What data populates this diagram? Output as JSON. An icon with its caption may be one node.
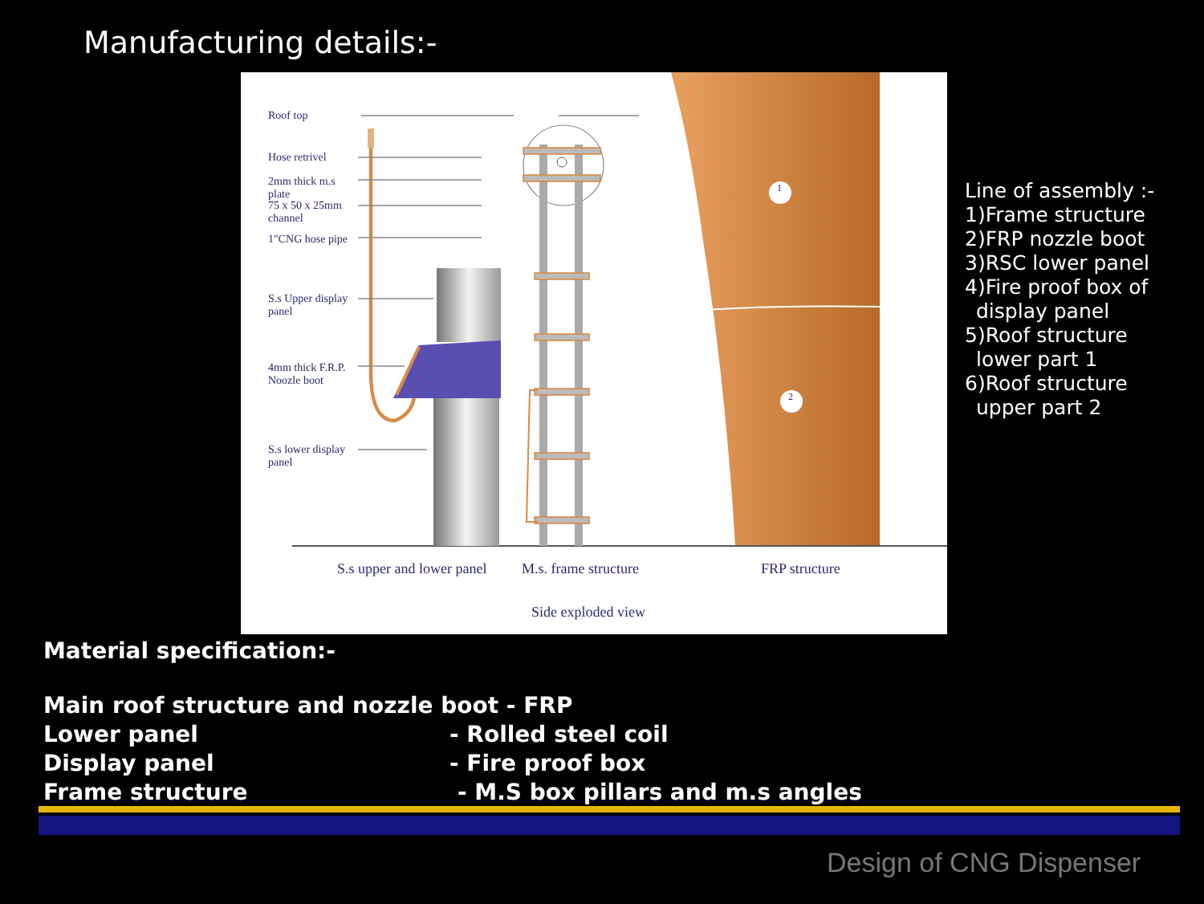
{
  "diagram": {
    "title": "Manufacturing details:-",
    "caption": "Design of CNG Dispenser",
    "nodes": [
      {
        "text": [
          "Roof top"
        ]
      },
      {
        "text": [
          "Hose retrivel"
        ]
      },
      {
        "text": [
          "2mm thick m.s plate"
        ]
      },
      {
        "text": [
          "75 x 50 x 25mm channel"
        ]
      },
      {
        "text": [
          "1\"CNG hose pipe"
        ]
      },
      {
        "text": [
          "S.s Upper display panel"
        ]
      },
      {
        "text": [
          "4mm thick F.R.P. Noozle boot"
        ]
      },
      {
        "text": [
          "S.s lower display panel"
        ]
      }
    ],
    "edges": [
      {
        "from": 0,
        "to": null,
        "arrow": "none"
      },
      {
        "from": 1,
        "to": null,
        "arrow": "none"
      },
      {
        "from": 2,
        "to": null,
        "arrow": "none"
      },
      {
        "from": 3,
        "to": null,
        "arrow": "none"
      },
      {
        "from": 4,
        "to": null,
        "arrow": "none"
      },
      {
        "from": 5,
        "to": null,
        "arrow": "none"
      },
      {
        "from": 6,
        "to": null,
        "arrow": "none"
      },
      {
        "from": 7,
        "to": null,
        "arrow": "none"
      }
    ],
    "labels": [
      "1",
      "2",
      "S.s upper and lower panel",
      "M.s. frame structure",
      "FRP structure",
      "Side exploded view",
      "Line of assembly :-",
      "1)Frame structure",
      "2)FRP nozzle boot",
      "3)RSC lower panel",
      "4)Fire proof box of display panel",
      "5)Roof structure lower part 1",
      "6)Roof structure upper part 2",
      "Material specification:-",
      "Main roof structure and nozzle boot - FRP",
      "Lower panel",
      "- Rolled steel coil",
      "Display panel",
      "- Fire proof box",
      "Frame structure",
      "- M.S box pillars and m.s angles"
    ]
  }
}
